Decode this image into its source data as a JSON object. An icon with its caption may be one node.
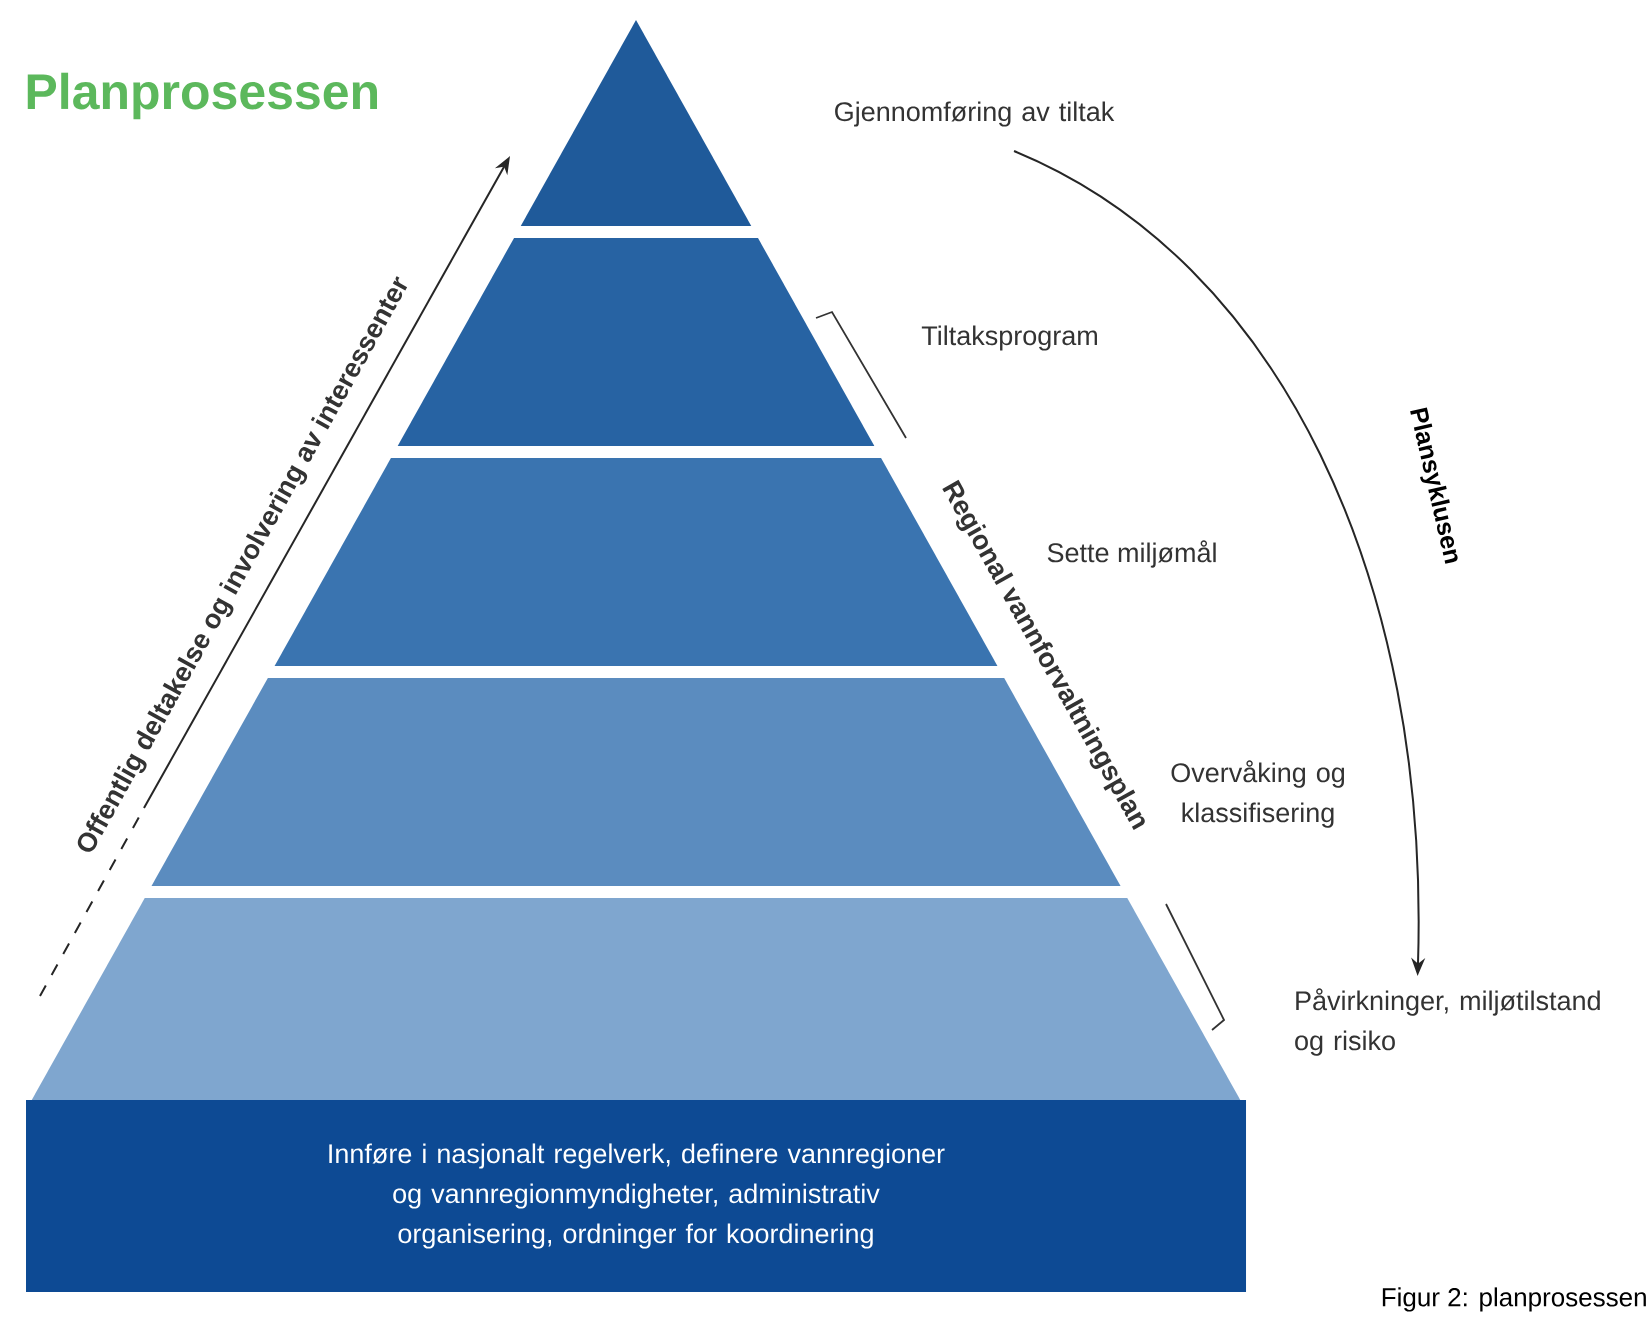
{
  "diagram": {
    "title": "Planprosessen",
    "caption": "Figur 2: planprosessen",
    "nodes": [
      {
        "text": [],
        "shape": "triangle"
      },
      {
        "text": [],
        "shape": "trapezoid"
      },
      {
        "text": [],
        "shape": "trapezoid"
      },
      {
        "text": [],
        "shape": "trapezoid"
      },
      {
        "text": [],
        "shape": "trapezoid"
      },
      {
        "text": [
          "Innføre i nasjonalt regelverk, definere vannregioner og vannregionmyndigheter, administrativ organisering, ordninger for koordinering"
        ]
      },
      {
        "text": [
          "Gjennomføring av tiltak"
        ]
      },
      {
        "text": [
          "Påvirkninger, miljøtilstand og risiko"
        ]
      }
    ],
    "edges": [
      {
        "from": 6,
        "to": 7,
        "arrow": "to",
        "label": "Plansyklusen"
      }
    ],
    "labels": [
      "Offentlig deltakelse og involvering av interessenter",
      "Tiltaksprogram",
      "Regional vannforvaltningsplan",
      "Sette miljømål",
      "Overvåking og klassifisering"
    ]
  }
}
